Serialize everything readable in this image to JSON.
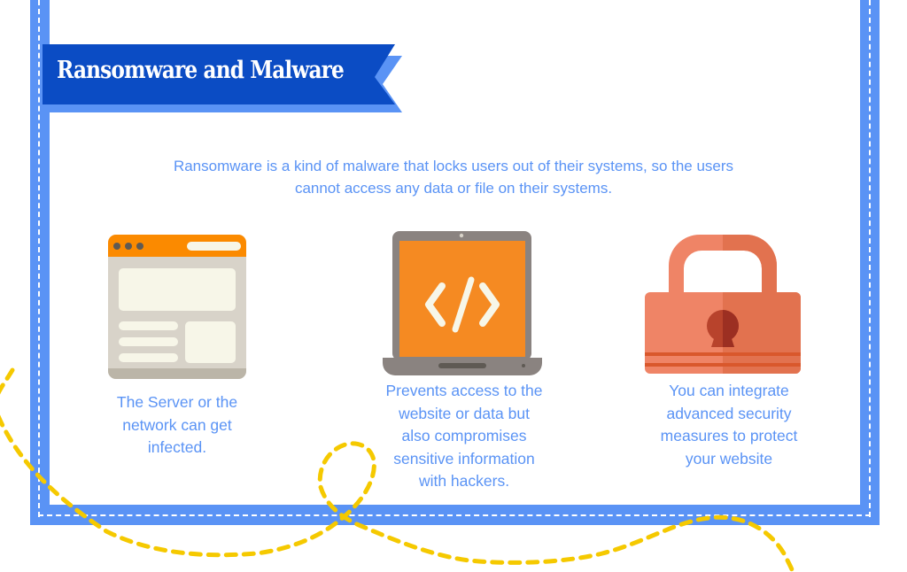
{
  "header": {
    "title": "Ransomware and Malware"
  },
  "intro": {
    "line1": "Ransomware is a kind of malware that locks users out of their systems, so the users",
    "line2": "cannot access any data or file on their systems."
  },
  "cards": [
    {
      "icon": "browser-window-icon",
      "lines": [
        "The Server or the",
        "network can get",
        "infected."
      ]
    },
    {
      "icon": "laptop-code-icon",
      "lines": [
        "Prevents access to the",
        "website or data but",
        "also compromises",
        "sensitive information",
        "with hackers."
      ]
    },
    {
      "icon": "padlock-icon",
      "lines": [
        "You can integrate",
        "advanced security",
        "measures to protect",
        "your website"
      ]
    }
  ],
  "colors": {
    "frame_blue": "#5a93f5",
    "banner_blue": "#0b4cc4",
    "text_blue": "#5a93f5",
    "accent_orange": "#f5891f",
    "lock_coral": "#ef8466",
    "dash_yellow": "#f5c900"
  }
}
